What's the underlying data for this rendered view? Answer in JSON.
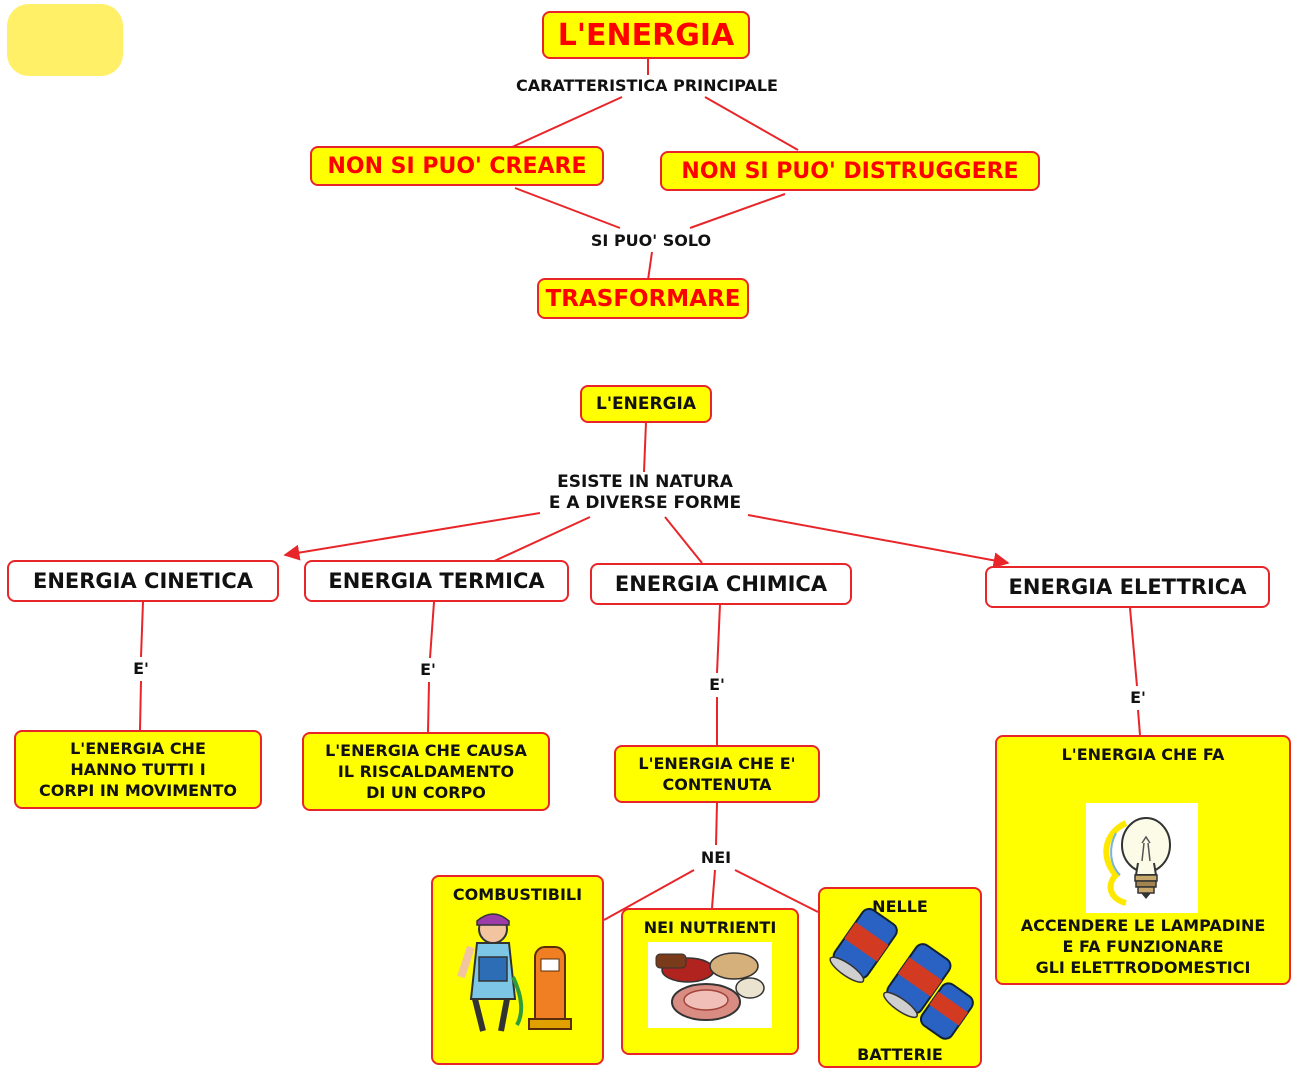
{
  "section1": {
    "title": "L'ENERGIA",
    "link_main": "CARATTERISTICA PRINCIPALE",
    "left": "NON SI PUO' CREARE",
    "right": "NON SI PUO' DISTRUGGERE",
    "link_only": "SI PUO' SOLO",
    "result": "TRASFORMARE"
  },
  "section2": {
    "root": "L'ENERGIA",
    "link_root_1": "ESISTE IN NATURA",
    "link_root_2": "E A DIVERSE FORME",
    "forms": [
      {
        "name": "ENERGIA CINETICA",
        "link": "E'",
        "desc": [
          "L'ENERGIA CHE",
          "HANNO TUTTI I",
          "CORPI IN MOVIMENTO"
        ]
      },
      {
        "name": "ENERGIA TERMICA",
        "link": "E'",
        "desc": [
          "L'ENERGIA CHE CAUSA",
          "IL RISCALDAMENTO",
          "DI UN CORPO"
        ]
      },
      {
        "name": "ENERGIA CHIMICA",
        "link": "E'",
        "desc": [
          "L'ENERGIA CHE E'",
          "CONTENUTA"
        ]
      },
      {
        "name": "ENERGIA ELETTRICA",
        "link": "E'",
        "desc_top": "L'ENERGIA CHE FA",
        "desc": [
          "ACCENDERE LE LAMPADINE",
          "E FA FUNZIONARE",
          "GLI ELETTRODOMESTICI"
        ]
      }
    ],
    "chem_link": "NEI",
    "chem_items": {
      "fuels": "COMBUSTIBILI",
      "nutrients": "NEI NUTRIENTI",
      "batteries_top": "NELLE",
      "batteries_bottom": "BATTERIE"
    }
  },
  "icons": [
    "highlight-blob-icon",
    "gas-station-attendant-icon",
    "food-icon",
    "batteries-icon",
    "lightbulb-icon"
  ],
  "colors": {
    "node_fill": "#ffff00",
    "border": "#e8262a",
    "title_text": "#ff0000",
    "link_line": "#e8262a"
  }
}
